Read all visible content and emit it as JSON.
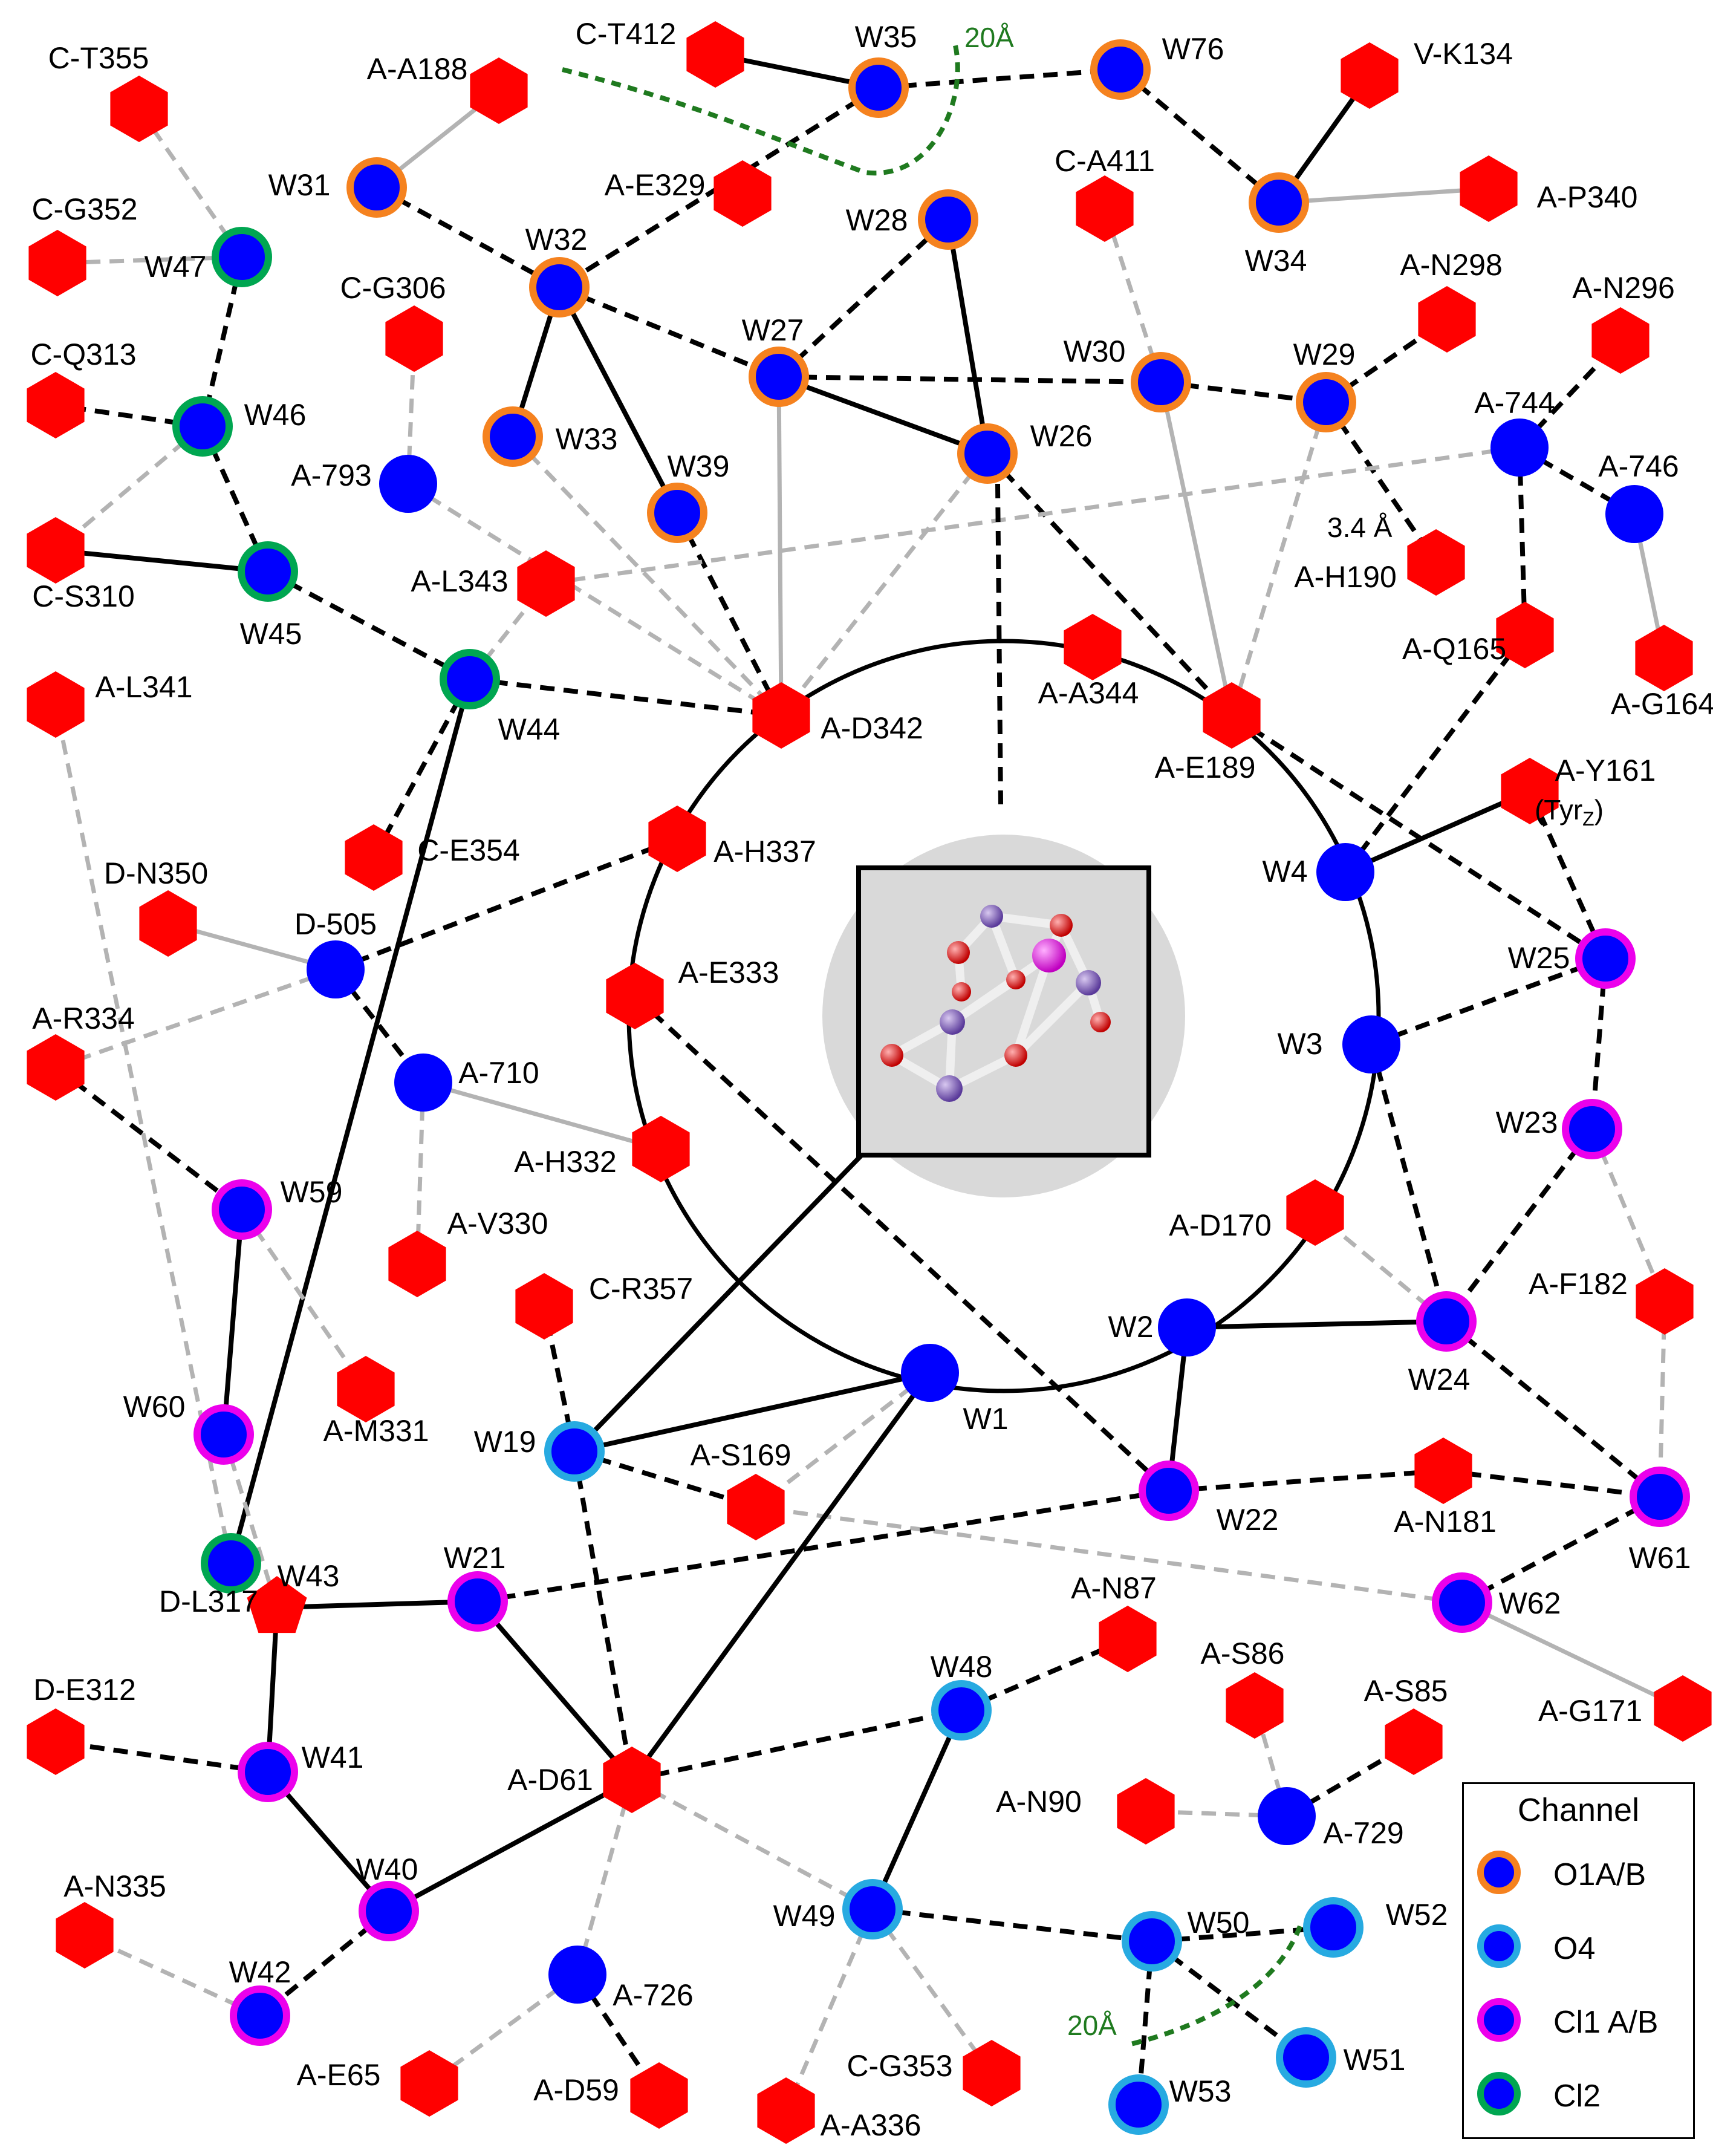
{
  "colors": {
    "node_fill": "#0000ff",
    "residue_fill": "#ff0000",
    "O1": "#f5821f",
    "O4": "#27aae1",
    "Cl1": "#ec00ec",
    "Cl2": "#00a651",
    "distance_line": "#1f7a1f",
    "gray_line": "#b3b3b3"
  },
  "annotations": {
    "distance_top": "20Å",
    "distance_bottom": "20Å",
    "distance_h190": "3.4 Å",
    "tyrz_sub": "(TyrZ)"
  },
  "legend": {
    "title": "Channel",
    "items": [
      {
        "label": "O1A/B",
        "channel": "O1"
      },
      {
        "label": "O4",
        "channel": "O4"
      },
      {
        "label": "Cl1 A/B",
        "channel": "Cl1"
      },
      {
        "label": "Cl2",
        "channel": "Cl2"
      }
    ]
  },
  "waters": [
    {
      "id": "W1",
      "channel": "none"
    },
    {
      "id": "W2",
      "channel": "none"
    },
    {
      "id": "W3",
      "channel": "none"
    },
    {
      "id": "W4",
      "channel": "none"
    },
    {
      "id": "W19",
      "channel": "O4"
    },
    {
      "id": "W21",
      "channel": "Cl1"
    },
    {
      "id": "W22",
      "channel": "Cl1"
    },
    {
      "id": "W23",
      "channel": "Cl1"
    },
    {
      "id": "W24",
      "channel": "Cl1"
    },
    {
      "id": "W25",
      "channel": "Cl1"
    },
    {
      "id": "W26",
      "channel": "O1"
    },
    {
      "id": "W27",
      "channel": "O1"
    },
    {
      "id": "W28",
      "channel": "O1"
    },
    {
      "id": "W29",
      "channel": "O1"
    },
    {
      "id": "W30",
      "channel": "O1"
    },
    {
      "id": "W31",
      "channel": "O1"
    },
    {
      "id": "W32",
      "channel": "O1"
    },
    {
      "id": "W33",
      "channel": "O1"
    },
    {
      "id": "W34",
      "channel": "O1"
    },
    {
      "id": "W35",
      "channel": "O1"
    },
    {
      "id": "W39",
      "channel": "O1"
    },
    {
      "id": "W40",
      "channel": "Cl1"
    },
    {
      "id": "W41",
      "channel": "Cl1"
    },
    {
      "id": "W42",
      "channel": "Cl1"
    },
    {
      "id": "W43",
      "channel": "Cl2"
    },
    {
      "id": "W44",
      "channel": "Cl2"
    },
    {
      "id": "W45",
      "channel": "Cl2"
    },
    {
      "id": "W46",
      "channel": "Cl2"
    },
    {
      "id": "W47",
      "channel": "Cl2"
    },
    {
      "id": "W48",
      "channel": "O4"
    },
    {
      "id": "W49",
      "channel": "O4"
    },
    {
      "id": "W50",
      "channel": "O4"
    },
    {
      "id": "W51",
      "channel": "O4"
    },
    {
      "id": "W52",
      "channel": "O4"
    },
    {
      "id": "W53",
      "channel": "O4"
    },
    {
      "id": "W59",
      "channel": "Cl1"
    },
    {
      "id": "W60",
      "channel": "Cl1"
    },
    {
      "id": "W61",
      "channel": "Cl1"
    },
    {
      "id": "W62",
      "channel": "Cl1"
    },
    {
      "id": "W76",
      "channel": "O1"
    },
    {
      "id": "A-793",
      "channel": "none"
    },
    {
      "id": "A-744",
      "channel": "none"
    },
    {
      "id": "A-746",
      "channel": "none"
    },
    {
      "id": "D-505",
      "channel": "none"
    },
    {
      "id": "A-710",
      "channel": "none"
    },
    {
      "id": "A-729",
      "channel": "none"
    },
    {
      "id": "A-726",
      "channel": "none"
    }
  ],
  "residues": [
    "C-T355",
    "A-A188",
    "C-T412",
    "V-K134",
    "A-P340",
    "C-G352",
    "C-Q313",
    "C-S310",
    "C-G306",
    "A-E329",
    "C-A411",
    "A-N298",
    "A-N296",
    "A-L343",
    "A-H190",
    "A-Q165",
    "A-G164",
    "A-A344",
    "A-D342",
    "A-E189",
    "A-L341",
    "C-E354",
    "A-Y161",
    "A-H337",
    "D-N350",
    "A-E333",
    "A-R334",
    "A-H332",
    "A-V330",
    "A-D170",
    "A-F182",
    "C-R357",
    "A-M331",
    "A-S169",
    "A-N181",
    "D-L317",
    "A-N87",
    "A-S86",
    "A-S85",
    "A-G171",
    "D-E312",
    "A-D61",
    "A-N90",
    "A-N335",
    "A-E65",
    "A-D59",
    "C-G353",
    "A-A336"
  ]
}
